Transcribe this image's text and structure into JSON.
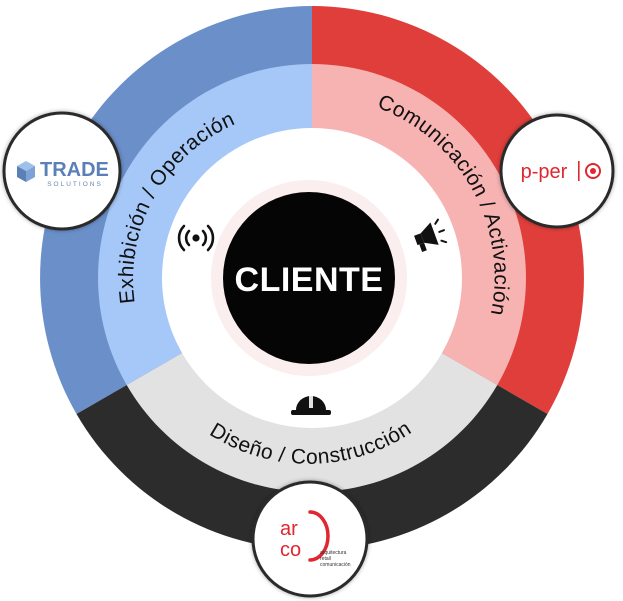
{
  "diagram": {
    "center_label": "CLIENTE",
    "segments": [
      {
        "id": "exhibicion",
        "label": "Exhibición / Operación",
        "icon": "wireless-signal-icon",
        "outer_color": "#6a8fc9",
        "inner_color": "#a6c8f8"
      },
      {
        "id": "comunicacion",
        "label": "Comunicación / Activación",
        "icon": "megaphone-icon",
        "outer_color": "#e03e3a",
        "inner_color": "#f7b2b2"
      },
      {
        "id": "diseno",
        "label": "Diseño / Construcción",
        "icon": "hard-hat-icon",
        "outer_color": "#2c2c2c",
        "inner_color": "#e2e2e2"
      }
    ],
    "logos": {
      "trade": {
        "name": "TRADE",
        "sub": "SOLUTIONS",
        "color": "#5b80b8"
      },
      "pper": {
        "name": "p-per",
        "color": "#e0262f"
      },
      "arco": {
        "name_top": "ar",
        "name_bottom": "co",
        "tagline_1": "arquitectura",
        "tagline_2": "retail",
        "tagline_3": "comunicación",
        "color": "#e0262f"
      }
    }
  }
}
